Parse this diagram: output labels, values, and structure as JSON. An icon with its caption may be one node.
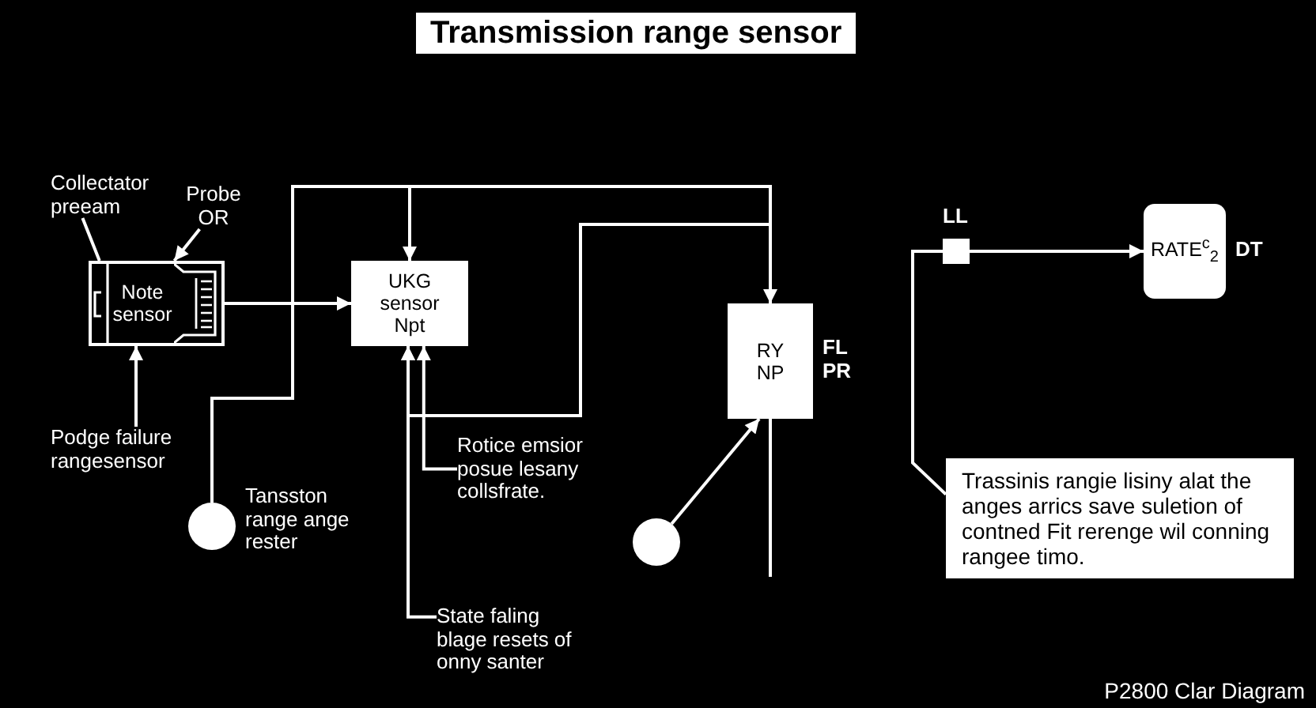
{
  "diagram": {
    "title": "Transmission range sensor",
    "caption": "P2800 Clar Diagram",
    "nodes": [
      {
        "text": [
          "Collectator preeam"
        ]
      },
      {
        "text": [
          "Probe OR"
        ]
      },
      {
        "text": [
          "Note sensor"
        ]
      },
      {
        "text": [
          "UKG sensor Npt"
        ]
      },
      {
        "text": [
          "RY NP"
        ],
        "beside": [
          "FL PR"
        ]
      },
      {
        "text": [],
        "shape": "box",
        "beside": [
          "LL"
        ]
      },
      {
        "text": [
          "RATE$^{c}$$_{2}$"
        ],
        "beside": [
          "DT"
        ]
      },
      {
        "text": [
          "Podge failure rangesensor"
        ]
      },
      {
        "text": [
          "Rotice emsior posue lesany collsfrate."
        ]
      },
      {
        "text": [],
        "shape": "circle",
        "beside": [
          "Tansston range ange rester"
        ]
      },
      {
        "text": [
          "Trassinis rangie lisiny alat the anges arrics save suletion of contned Fit rerenge wil conning rangee timo."
        ]
      },
      {
        "text": [],
        "shape": "circle"
      },
      {
        "text": [
          "State faling blage resets of onny santer"
        ]
      }
    ],
    "edges": [
      {
        "from": 0,
        "to": 2,
        "arrow": "none"
      },
      {
        "from": 1,
        "to": 2,
        "arrow": "to"
      },
      {
        "from": 7,
        "to": 2,
        "arrow": "to"
      },
      {
        "from": 2,
        "to": 3,
        "arrow": "to"
      },
      {
        "from": 9,
        "to": 3,
        "arrow": "to"
      },
      {
        "from": 9,
        "to": 4,
        "arrow": "to"
      },
      {
        "from": 4,
        "to": 3,
        "arrow": "to"
      },
      {
        "from": 8,
        "to": 3,
        "arrow": "to"
      },
      {
        "from": 12,
        "to": 3,
        "arrow": "to"
      },
      {
        "from": 11,
        "to": 4,
        "arrow": "to"
      },
      {
        "from": 4,
        "to": null,
        "arrow": "none"
      },
      {
        "from": 10,
        "to": 5,
        "arrow": "none"
      },
      {
        "from": 5,
        "to": 6,
        "arrow": "to"
      }
    ]
  }
}
